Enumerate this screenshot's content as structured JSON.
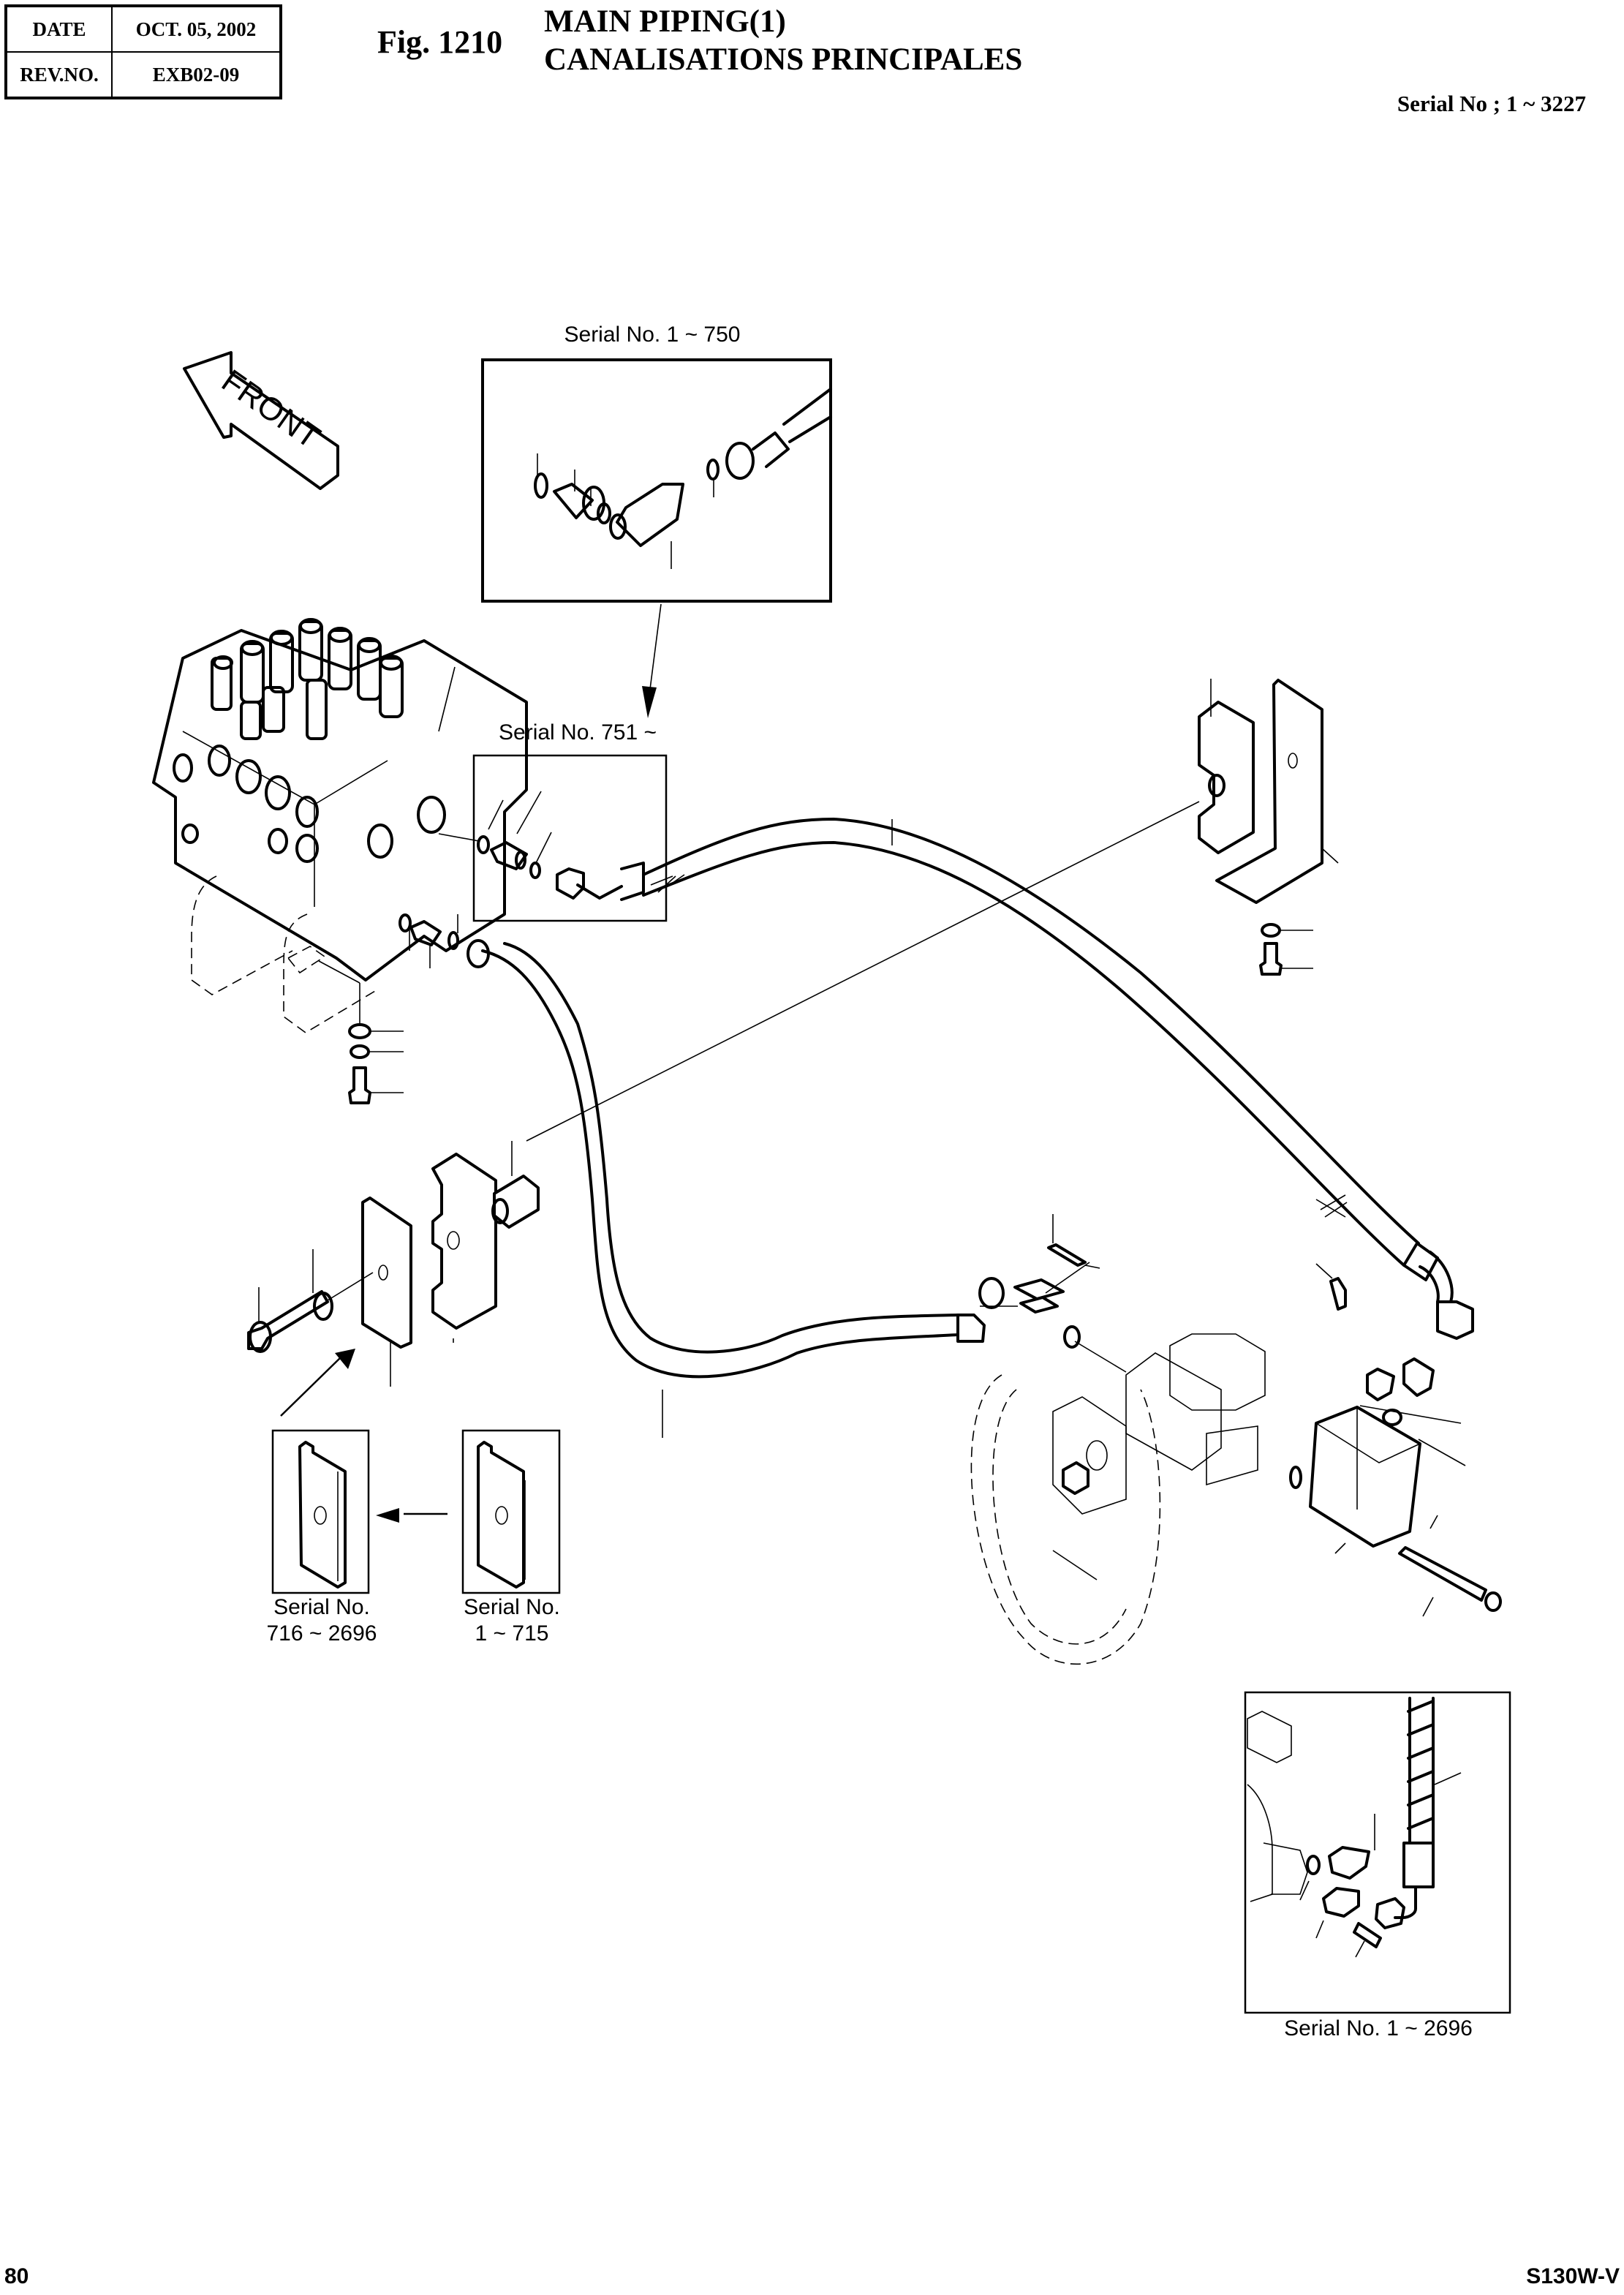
{
  "header": {
    "date_label": "DATE",
    "date_value": "OCT. 05, 2002",
    "rev_label": "REV.NO.",
    "rev_value": "EXB02-09"
  },
  "figure": {
    "number": "Fig. 1210",
    "title_en": "MAIN PIPING(1)",
    "title_fr": "CANALISATIONS PRINCIPALES",
    "serial_range": "Serial No ; 1 ~ 3227"
  },
  "diagram": {
    "front_label": "FRONT",
    "callouts": {
      "detail_top": "Serial No. 1 ~ 750",
      "detail_mid": "Serial No. 751 ~",
      "clamp_new_line1": "Serial No.",
      "clamp_new_line2": "716 ~ 2696",
      "clamp_old_line1": "Serial No.",
      "clamp_old_line2": "1 ~ 715",
      "detail_bottom": "Serial No. 1 ~ 2696"
    }
  },
  "footer": {
    "page_number": "80",
    "model": "S130W-V"
  }
}
